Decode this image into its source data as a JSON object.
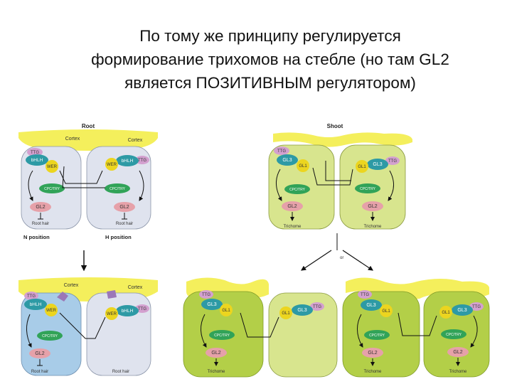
{
  "title": {
    "line1": "По тому же принципу регулируется",
    "line2": "формирование трихомов на стебле (но там  GL2",
    "line3": "является ПОЗИТИВНЫМ регулятором)"
  },
  "labels": {
    "root": "Root",
    "shoot": "Shoot",
    "cortex": "Cortex",
    "n_position": "N position",
    "h_position": "H position",
    "or": "or",
    "root_hair": "Root hair",
    "trichome": "Trichome"
  },
  "proteins": {
    "ttg": "TTG",
    "bhlh": "bHLH",
    "wer": "WER",
    "gl3": "GL3",
    "gl1": "GL1",
    "cpc": "CPC/TRY",
    "gl2": "GL2"
  },
  "colors": {
    "cortex_yellow": "#f4ef5c",
    "root_cell": "#dfe3ee",
    "root_cell_active": "#a8cce8",
    "shoot_cell": "#d8e58e",
    "shoot_cell_active": "#b3cf48",
    "ttg": "#d3a0cf",
    "bhlh": "#2d9aa5",
    "wer": "#ecd51f",
    "cpc": "#31a358",
    "gl2": "#e6a1a9"
  }
}
